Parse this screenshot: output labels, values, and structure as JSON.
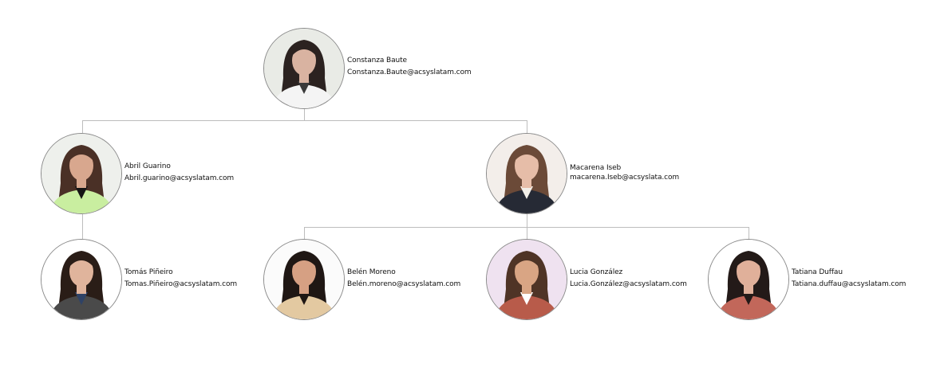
{
  "org_chart": {
    "connector_color": "#bdbdbd",
    "root": {
      "name": "Constanza Baute",
      "email": "Constanza.Baute@acsyslatam.com",
      "photo": {
        "background": "#e9ebe6",
        "hair": "#2b2220",
        "skin": "#d9b3a1",
        "clothing": "#f4f4f4",
        "accent": "#3a3a3a"
      }
    },
    "level1": [
      {
        "name": "Abril Guarino",
        "email": "Abril.guarino@acsyslatam.com",
        "photo": {
          "background": "#eef0ec",
          "hair": "#4a3026",
          "skin": "#d8a78e",
          "clothing": "#c9eea0",
          "accent": "#151515"
        }
      },
      {
        "name": "Macarena Iseb",
        "email": "macarena.Iseb@acsyslata.com",
        "photo": {
          "background": "#f3eeea",
          "hair": "#6b4a38",
          "skin": "#e6bda8",
          "clothing": "#262a35",
          "accent": "#f2efe9"
        }
      }
    ],
    "level2": [
      {
        "name": "Tomás Piñeiro",
        "email": "Tomas.Piñeiro@acsyslatam.com",
        "photo": {
          "background": "#ffffff",
          "hair": "#2a1d17",
          "skin": "#e0b49c",
          "clothing": "#4a4a4a",
          "accent": "#2f4266"
        }
      },
      {
        "name": "Belén Moreno",
        "email": "Belén.moreno@acsyslatam.com",
        "photo": {
          "background": "#fbfbfb",
          "hair": "#1f1714",
          "skin": "#d6a083",
          "clothing": "#e3c9a1",
          "accent": "#1f1714"
        }
      },
      {
        "name": "Lucia González",
        "email": "Lucia.González@acsyslatam.com",
        "photo": {
          "background": "#efe2f0",
          "hair": "#4f3426",
          "skin": "#d9a584",
          "clothing": "#b85b4a",
          "accent": "#ffffff"
        }
      },
      {
        "name": "Tatiana Duffau",
        "email": "Tatiana.duffau@acsyslatam.com",
        "photo": {
          "background": "#ffffff",
          "hair": "#231a18",
          "skin": "#e0b09a",
          "clothing": "#c2675a",
          "accent": "#231a18"
        }
      }
    ]
  }
}
